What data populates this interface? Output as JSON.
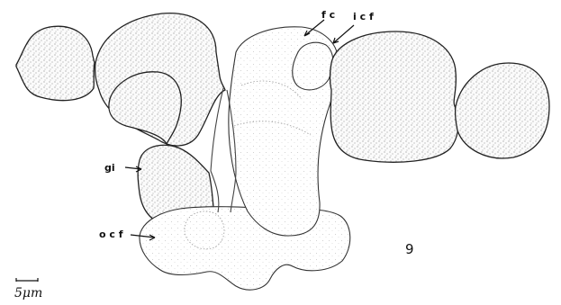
{
  "labels": {
    "fc": "f c",
    "icf": "i c f",
    "gi": "gi",
    "ocf": "o c f"
  },
  "figure_number": "9",
  "scale_bar": {
    "text": "5μm"
  },
  "colors": {
    "ink": "#111111",
    "stipple": "#555555",
    "background": "#ffffff"
  }
}
